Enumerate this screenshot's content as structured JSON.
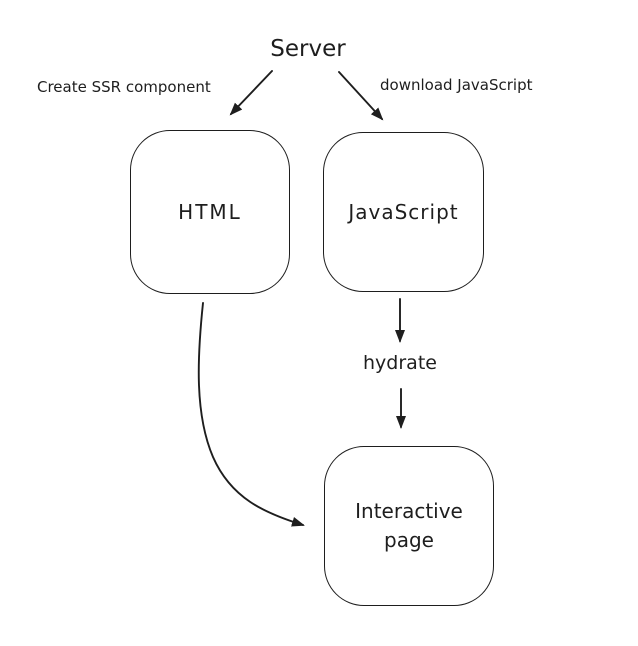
{
  "diagram": {
    "title": "Server",
    "edge_labels": {
      "create_ssr": "Create SSR component",
      "download_js": "download JavaScript",
      "hydrate": "hydrate"
    },
    "nodes": {
      "html": {
        "label": "HTML"
      },
      "javascript": {
        "label": "JavaScript"
      },
      "interactive": {
        "label_line1": "Interactive",
        "label_line2": "page"
      }
    },
    "colors": {
      "stroke": "#1e1e1e",
      "background": "#ffffff"
    }
  }
}
